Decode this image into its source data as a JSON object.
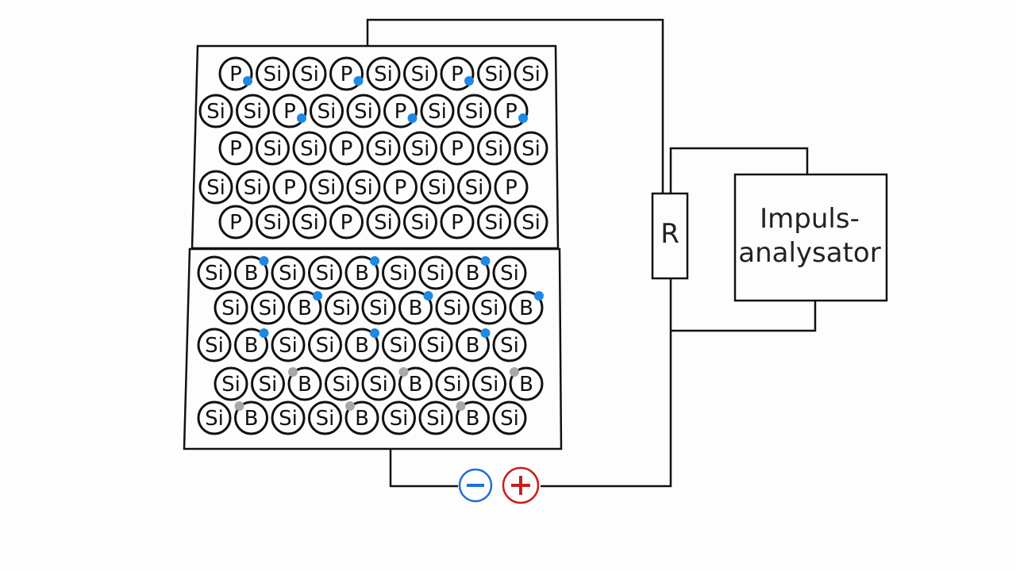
{
  "n_layer": {
    "rows": [
      [
        "P",
        "Si",
        "Si",
        "P",
        "Si",
        "Si",
        "P",
        "Si",
        "Si"
      ],
      [
        "Si",
        "Si",
        "P",
        "Si",
        "Si",
        "P",
        "Si",
        "Si",
        "P"
      ],
      [
        "P",
        "Si",
        "Si",
        "P",
        "Si",
        "Si",
        "P",
        "Si",
        "Si"
      ],
      [
        "Si",
        "Si",
        "P",
        "Si",
        "Si",
        "P",
        "Si",
        "Si",
        "P"
      ],
      [
        "P",
        "Si",
        "Si",
        "P",
        "Si",
        "Si",
        "P",
        "Si",
        "Si"
      ]
    ],
    "electron_rows": [
      0,
      1
    ]
  },
  "p_layer": {
    "rows": [
      [
        "Si",
        "B",
        "Si",
        "Si",
        "B",
        "Si",
        "Si",
        "B",
        "Si"
      ],
      [
        "Si",
        "Si",
        "B",
        "Si",
        "Si",
        "B",
        "Si",
        "Si",
        "B"
      ],
      [
        "Si",
        "B",
        "Si",
        "Si",
        "B",
        "Si",
        "Si",
        "B",
        "Si"
      ],
      [
        "Si",
        "Si",
        "B",
        "Si",
        "Si",
        "B",
        "Si",
        "Si",
        "B"
      ],
      [
        "Si",
        "B",
        "Si",
        "Si",
        "B",
        "Si",
        "Si",
        "B",
        "Si"
      ]
    ],
    "electron_rows": [
      0,
      1,
      2
    ],
    "hole_rows": [
      3,
      4
    ]
  },
  "resistor": {
    "label": "R"
  },
  "analyzer": {
    "line1": "Impuls-",
    "line2": "analysator"
  },
  "battery": {
    "negative": "−",
    "positive": "+"
  },
  "colors": {
    "electron": "#1e88e5",
    "hole": "#a8a8a8",
    "negative": "#1e6fd9",
    "positive": "#c81e1e",
    "wire": "#111111"
  }
}
